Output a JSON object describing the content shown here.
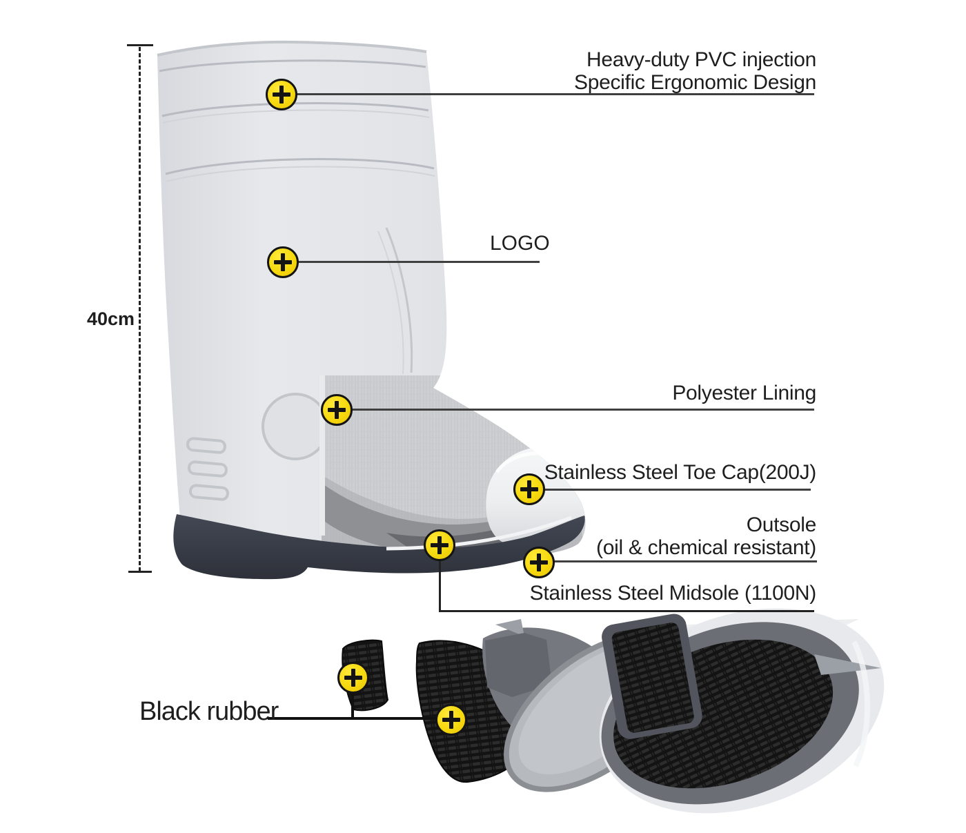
{
  "diagram": {
    "type": "annotated-product-diagram",
    "subject": "white PVC safety rain boot with steel toe cap",
    "labels": {
      "pvc_line1": "Heavy-duty PVC injection",
      "pvc_line2": "Specific Ergonomic Design",
      "logo": "LOGO",
      "lining": "Polyester Lining",
      "toecap": "Stainless Steel Toe Cap(200J)",
      "outsole_line1": "Outsole",
      "outsole_line2": "(oil & chemical resistant)",
      "midsole": "Stainless Steel Midsole (1100N)",
      "black_rubber": "Black rubber",
      "height": "40cm"
    },
    "markers": [
      {
        "name": "pvc-marker",
        "icon": "plus-icon"
      },
      {
        "name": "logo-marker",
        "icon": "plus-icon"
      },
      {
        "name": "lining-marker",
        "icon": "plus-icon"
      },
      {
        "name": "toecap-marker",
        "icon": "plus-icon"
      },
      {
        "name": "midsole-marker",
        "icon": "plus-icon"
      },
      {
        "name": "outsole-marker",
        "icon": "plus-icon"
      },
      {
        "name": "rubber-heel-marker",
        "icon": "plus-icon"
      },
      {
        "name": "rubber-sole-marker",
        "icon": "plus-icon"
      }
    ],
    "colors": {
      "marker_yellow": "#f6d90e",
      "marker_border": "#141414",
      "boot_body": "#e2e4e8",
      "outsole_dark": "#3a3e49",
      "lining_gray": "#cdcfd2",
      "leader_line": "#3f3f3f",
      "text": "#1e1e1e"
    }
  }
}
